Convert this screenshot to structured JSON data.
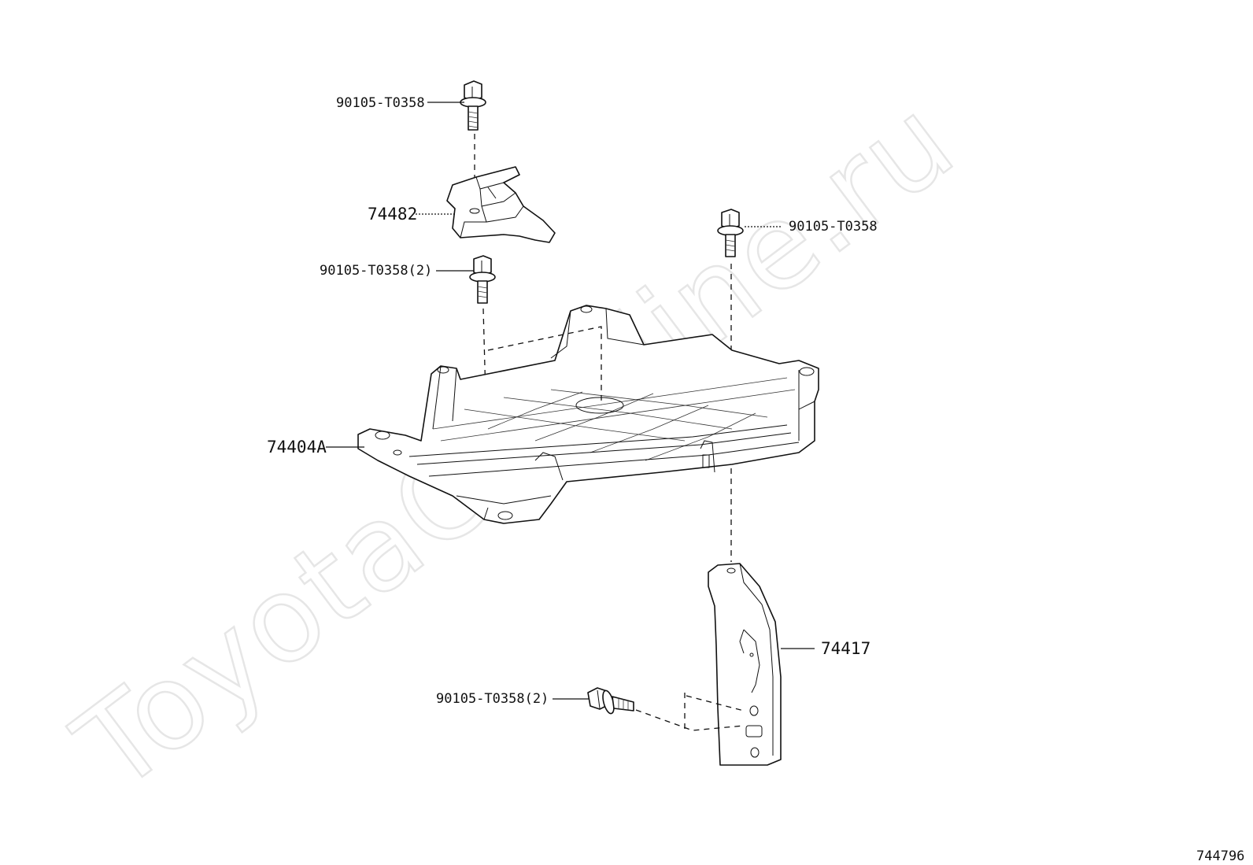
{
  "watermark": "ToyotaCarMine.ru",
  "diagram_code": "744796",
  "callouts": {
    "bolt_top": "90105-T0358",
    "bracket_upper": "74482",
    "bolt_mid_left": "90105-T0358(2)",
    "bolt_right": "90105-T0358",
    "tray": "74404A",
    "bracket_lower": "74417",
    "bolt_bottom": "90105-T0358(2)"
  }
}
